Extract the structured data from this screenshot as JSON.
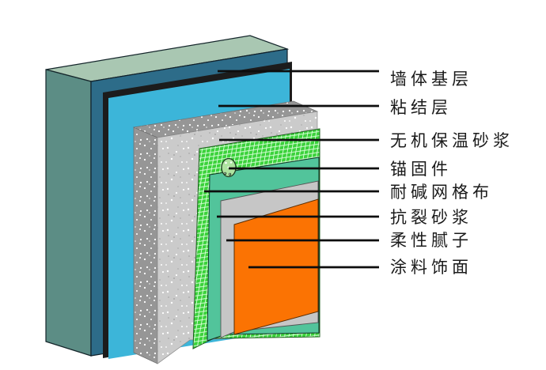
{
  "figure": {
    "labels": [
      "墙体基层",
      "粘结层",
      "无机保温砂浆",
      "锚固件",
      "耐碱网格布",
      "抗裂砂浆",
      "柔性腻子",
      "涂料饰面"
    ],
    "colors": {
      "wall_top": "#a9c7b2",
      "wall_side": "#5c8d85",
      "wall_front": "#2d6c89",
      "bond_black": "#1c1c1c",
      "bond_cyan": "#3cb5d9",
      "insulation_front": "#cbcbcb",
      "insulation_side": "#969696",
      "mesh_green": "#3bd23b",
      "mesh_line": "#dcffdc",
      "anti_crack_teal": "#52c49b",
      "putty_gray": "#c6c6c6",
      "paint_orange": "#fb7303",
      "anchor_fill": "#aee3a0",
      "leader_line": "#0d0d0d",
      "label_text": "#1a1a1a"
    }
  }
}
